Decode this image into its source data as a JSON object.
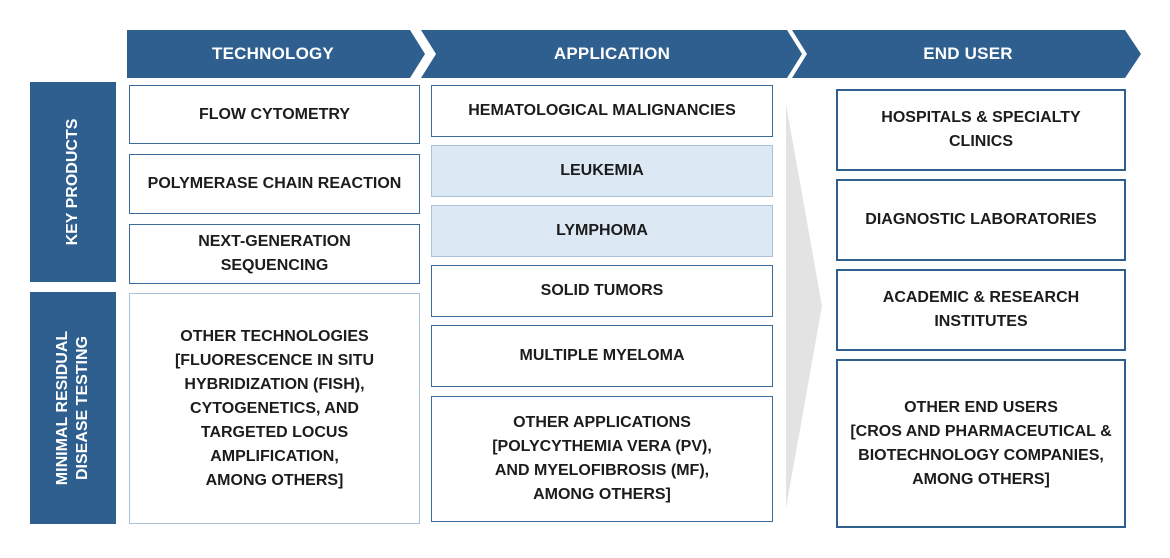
{
  "colors": {
    "header_fill": "#2f5f8f",
    "box_border": "#3d6b99",
    "light_border": "#a9c2da",
    "highlight_fill": "#dce8f3",
    "arrow_fill": "#e3e3e3"
  },
  "headers": {
    "technology": "TECHNOLOGY",
    "application": "APPLICATION",
    "end_user": "END USER"
  },
  "side_tabs": {
    "key_products": "KEY PRODUCTS",
    "mrd_testing": "MINIMAL RESIDUAL\nDISEASE TESTING"
  },
  "technology": [
    "FLOW CYTOMETRY",
    "POLYMERASE CHAIN REACTION",
    "NEXT-GENERATION\nSEQUENCING",
    "OTHER TECHNOLOGIES\n[FLUORESCENCE IN SITU\nHYBRIDIZATION (FISH),\nCYTOGENETICS, AND\nTARGETED LOCUS\nAMPLIFICATION,\nAMONG OTHERS]"
  ],
  "application": [
    "HEMATOLOGICAL MALIGNANCIES",
    "LEUKEMIA",
    "LYMPHOMA",
    "SOLID TUMORS",
    "MULTIPLE MYELOMA",
    "OTHER APPLICATIONS\n[POLYCYTHEMIA VERA (PV),\nAND MYELOFIBROSIS (MF),\nAMONG OTHERS]"
  ],
  "end_user": [
    "HOSPITALS & SPECIALTY CLINICS",
    "DIAGNOSTIC LABORATORIES",
    "ACADEMIC & RESEARCH\nINSTITUTES",
    "OTHER END USERS\n[CROS AND PHARMACEUTICAL &\nBIOTECHNOLOGY COMPANIES,\nAMONG OTHERS]"
  ]
}
